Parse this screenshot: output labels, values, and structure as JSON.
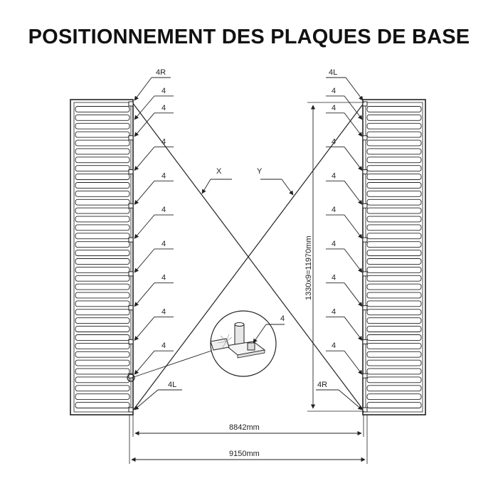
{
  "title": "POSITIONNEMENT DES PLAQUES DE BASE",
  "labels": {
    "left_top_corner": "4R",
    "right_top_corner": "4L",
    "left_bottom_corner": "4L",
    "right_bottom_corner": "4R",
    "plate": "4",
    "diag_x": "X",
    "diag_y": "Y",
    "detail_plate": "4"
  },
  "dimensions": {
    "inner_width": "8842mm",
    "outer_width": "9150mm",
    "vertical": "1330x9=11970mm"
  },
  "plate_rows": 9,
  "container_ribs": 36,
  "colors": {
    "line": "#222222",
    "container_fill": "#ffffff",
    "detail_fill": "#f4f4f4"
  }
}
